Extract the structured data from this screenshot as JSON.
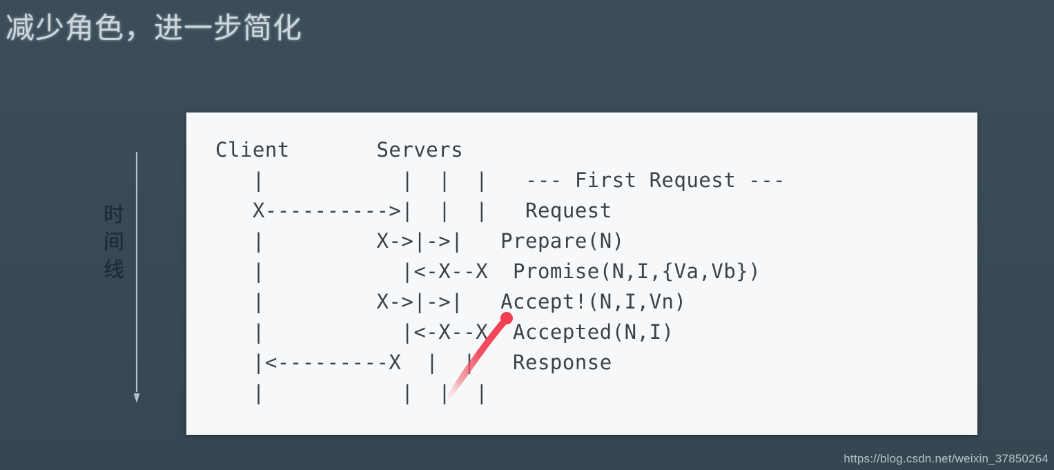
{
  "slide": {
    "title": "减少角色，进一步简化",
    "title_color": "#ced7dc",
    "background_color": "#3a4b58"
  },
  "timeline": {
    "label": "时间线",
    "arrow_direction": "down",
    "arrow_color": "#b6c2c8"
  },
  "diagram": {
    "card_background": "#f6f8fa",
    "text_color": "#3a4248",
    "type": "ascii-sequence-diagram",
    "columns": [
      "Client",
      "Servers"
    ],
    "header_line": "Client       Servers",
    "lines": [
      "   |           |  |  |   --- First Request ---",
      "   X---------->|  |  |   Request",
      "   |         X->|->|   Prepare(N)",
      "   |           |<-X--X  Promise(N,I,{Va,Vb})",
      "   |         X->|->|   Accept!(N,I,Vn)",
      "   |           |<-X--X  Accepted(N,I)",
      "   |<---------X  |  |   Response",
      "   |           |  |  |"
    ],
    "messages": [
      "--- First Request ---",
      "Request",
      "Prepare(N)",
      "Promise(N,I,{Va,Vb})",
      "Accept!(N,I,Vn)",
      "Accepted(N,I)",
      "Response"
    ]
  },
  "annotation": {
    "name": "red-highlight-stroke",
    "color": "#f23c50",
    "shape": "tapered-diagonal-brush-stroke"
  },
  "watermark": {
    "text": "https://blog.csdn.net/weixin_37850264",
    "color": "#b9c3c9"
  }
}
